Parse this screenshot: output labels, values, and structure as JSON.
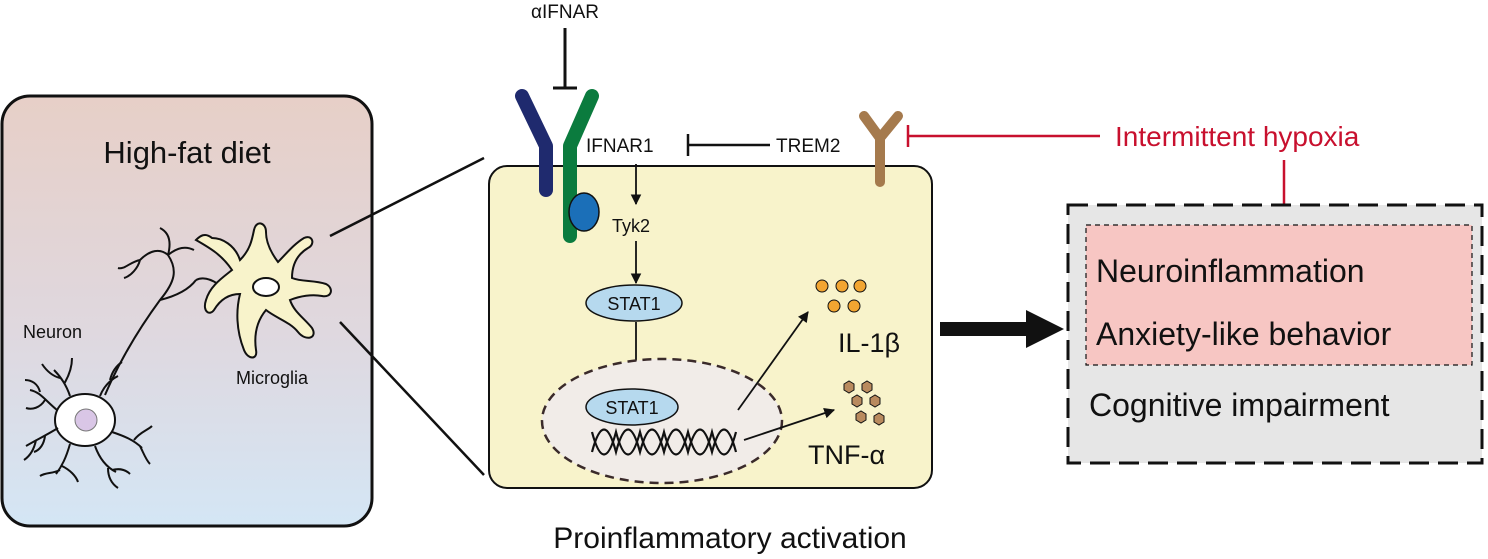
{
  "left_panel": {
    "title": "High-fat diet",
    "neuron_label": "Neuron",
    "microglia_label": "Microglia"
  },
  "cell": {
    "antibody_label": "αIFNAR",
    "receptor_label": "IFNAR1",
    "trem2_label": "TREM2",
    "tyk2_label": "Tyk2",
    "stat1_cytoplasm_label": "STAT1",
    "stat1_nucleus_label": "STAT1",
    "cytokine_1_label": "IL-1β",
    "cytokine_2_label": "TNF-α",
    "caption": "Proinflammatory activation"
  },
  "stimulus": {
    "label": "Intermittent hypoxia"
  },
  "outcomes": {
    "items": [
      "Neuroinflammation",
      "Anxiety-like behavior"
    ],
    "extra": "Cognitive impairment"
  },
  "colors": {
    "intermittent_hypoxia_red": "#c8102e",
    "cell_fill": "#f8f3cb",
    "ifnar_dark_blue": "#1f2a6e",
    "ifnar_green": "#0b7b3e",
    "tyk2_blue": "#1b6fb8",
    "stat1_fill": "#b6d9ee",
    "trem2_brown": "#a57a4d",
    "il1b_orange": "#f2a531",
    "tnfa_brown": "#b98a5e",
    "outcome_box_grey": "#e6e6e6",
    "outcome_highlight_pink": "#f7c6c3"
  }
}
